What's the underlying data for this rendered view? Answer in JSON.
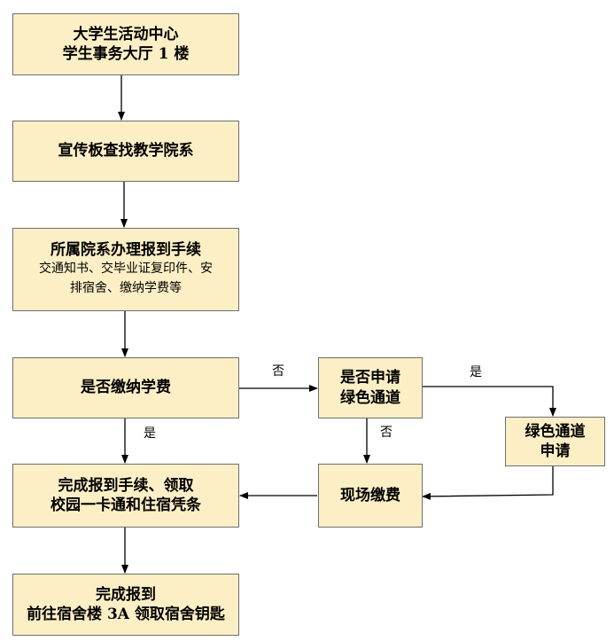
{
  "nodes": {
    "start": {
      "line1": "大学生活动中心",
      "line2": "学生事务大厅 1 楼"
    },
    "board": {
      "line1": "宣传板查找教学院系"
    },
    "dept": {
      "title": "所属院系办理报到手续",
      "detail1": "交通知书、交毕业证复印件、安",
      "detail2": "排宿舍、缴纳学费等"
    },
    "paid": {
      "line1": "是否缴纳学费"
    },
    "apply_q": {
      "line1": "是否申请",
      "line2": "绿色通道"
    },
    "green": {
      "line1": "绿色通道",
      "line2": "申请"
    },
    "onsite": {
      "line1": "现场缴费"
    },
    "complete": {
      "line1": "完成报到手续、领取",
      "line2": "校园一卡通和住宿凭条"
    },
    "final": {
      "line1": "完成报到",
      "line2": "前往宿舍楼 3A 领取宿舍钥匙"
    }
  },
  "edge_labels": {
    "paid_no": "否",
    "paid_yes": "是",
    "apply_yes": "是",
    "apply_no": "否"
  },
  "colors": {
    "box_fill": "#fcefc5",
    "box_border": "#6e6e6e",
    "arrow": "#000000"
  }
}
